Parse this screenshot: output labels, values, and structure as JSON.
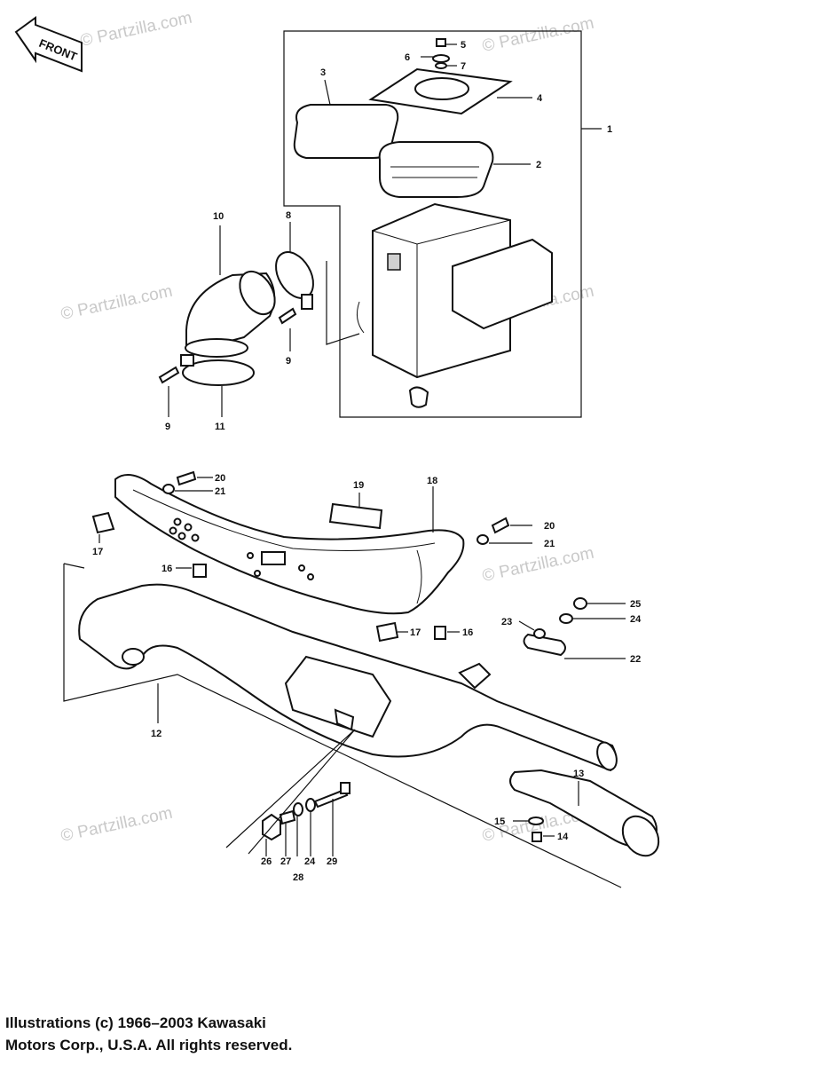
{
  "front_arrow": {
    "label": "FRONT"
  },
  "watermark": {
    "text": "© Partzilla.com"
  },
  "callouts": [
    {
      "id": "c1",
      "num": "1"
    },
    {
      "id": "c2",
      "num": "2"
    },
    {
      "id": "c3",
      "num": "3"
    },
    {
      "id": "c4",
      "num": "4"
    },
    {
      "id": "c5",
      "num": "5"
    },
    {
      "id": "c6",
      "num": "6"
    },
    {
      "id": "c7",
      "num": "7"
    },
    {
      "id": "c8",
      "num": "8"
    },
    {
      "id": "c9a",
      "num": "9"
    },
    {
      "id": "c9b",
      "num": "9"
    },
    {
      "id": "c10",
      "num": "10"
    },
    {
      "id": "c11",
      "num": "11"
    },
    {
      "id": "c12",
      "num": "12"
    },
    {
      "id": "c13",
      "num": "13"
    },
    {
      "id": "c14",
      "num": "14"
    },
    {
      "id": "c15",
      "num": "15"
    },
    {
      "id": "c16a",
      "num": "16"
    },
    {
      "id": "c16b",
      "num": "16"
    },
    {
      "id": "c17a",
      "num": "17"
    },
    {
      "id": "c17b",
      "num": "17"
    },
    {
      "id": "c18",
      "num": "18"
    },
    {
      "id": "c19",
      "num": "19"
    },
    {
      "id": "c20a",
      "num": "20"
    },
    {
      "id": "c20b",
      "num": "20"
    },
    {
      "id": "c21a",
      "num": "21"
    },
    {
      "id": "c21b",
      "num": "21"
    },
    {
      "id": "c22",
      "num": "22"
    },
    {
      "id": "c23",
      "num": "23"
    },
    {
      "id": "c24a",
      "num": "24"
    },
    {
      "id": "c24b",
      "num": "24"
    },
    {
      "id": "c25",
      "num": "25"
    },
    {
      "id": "c26",
      "num": "26"
    },
    {
      "id": "c27",
      "num": "27"
    },
    {
      "id": "c28",
      "num": "28"
    },
    {
      "id": "c29",
      "num": "29"
    }
  ],
  "copyright": {
    "line1": "Illustrations (c) 1966–2003 Kawasaki",
    "line2": "Motors Corp., U.S.A.  All rights reserved."
  }
}
